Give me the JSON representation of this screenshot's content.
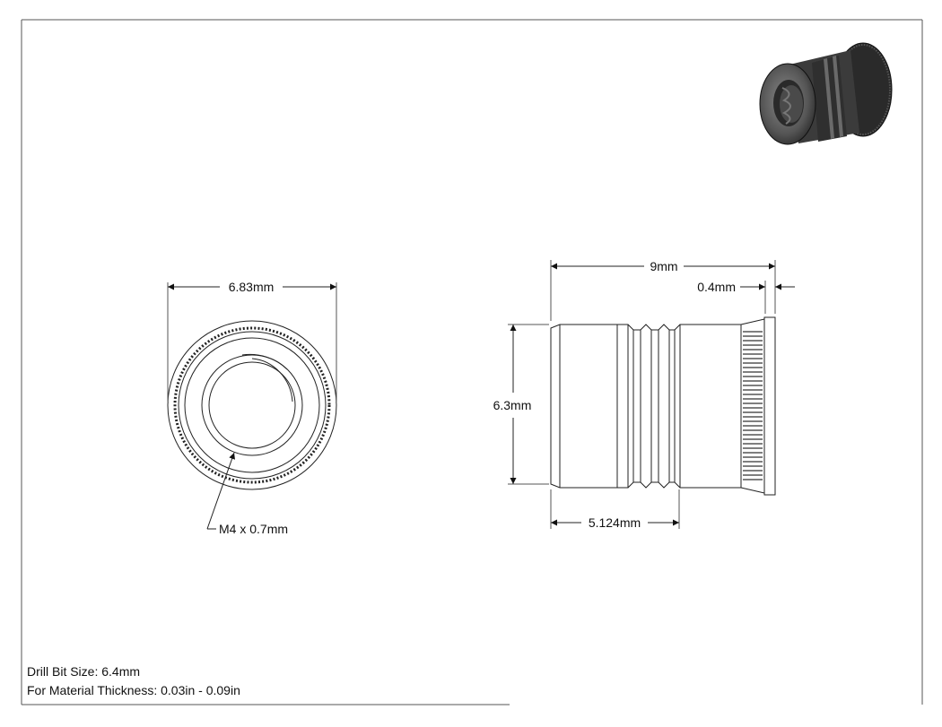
{
  "drawing": {
    "front_view": {
      "diameter_label": "6.83mm",
      "thread_label": "M4 x 0.7mm"
    },
    "side_view": {
      "overall_length_label": "9mm",
      "head_thickness_label": "0.4mm",
      "body_diameter_label": "6.3mm",
      "shank_length_label": "5.124mm"
    },
    "notes": {
      "drill_bit": "Drill Bit Size: 6.4mm",
      "material_thickness": "For Material Thickness: 0.03in - 0.09in"
    }
  }
}
